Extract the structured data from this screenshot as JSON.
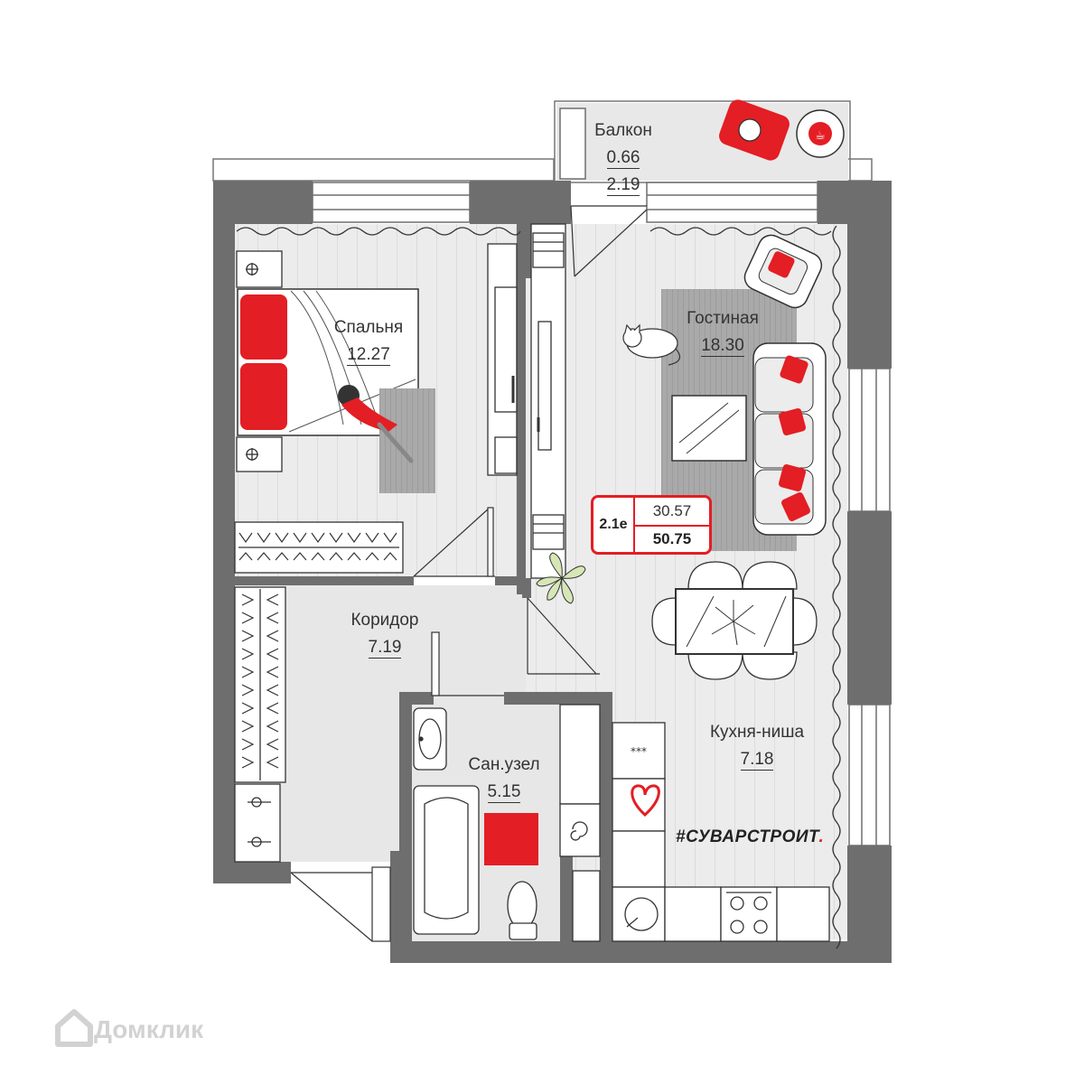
{
  "rooms": {
    "balcony": {
      "name": "Балкон",
      "area1": "0.66",
      "area2": "2.19"
    },
    "bedroom": {
      "name": "Спальня",
      "area": "12.27"
    },
    "living": {
      "name": "Гостиная",
      "area": "18.30"
    },
    "corridor": {
      "name": "Коридор",
      "area": "7.19"
    },
    "bathroom": {
      "name": "Сан.узел",
      "area": "5.15"
    },
    "kitchen": {
      "name": "Кухня-ниша",
      "area": "7.18"
    }
  },
  "badge": {
    "code": "2.1e",
    "living_area": "30.57",
    "total_area": "50.75"
  },
  "brand": {
    "text": "#СУВАРСТРОИТ",
    "dot": "."
  },
  "watermark": {
    "text": "Домклик"
  },
  "colors": {
    "accent": "#e31e24",
    "wall": "#6e6e6e",
    "floor": "#ececec",
    "line": "#2a2a2a"
  },
  "icons": [
    "coffee-cup-icon",
    "heart-icon",
    "cat-icon",
    "plant-icon",
    "home-logo-icon"
  ]
}
